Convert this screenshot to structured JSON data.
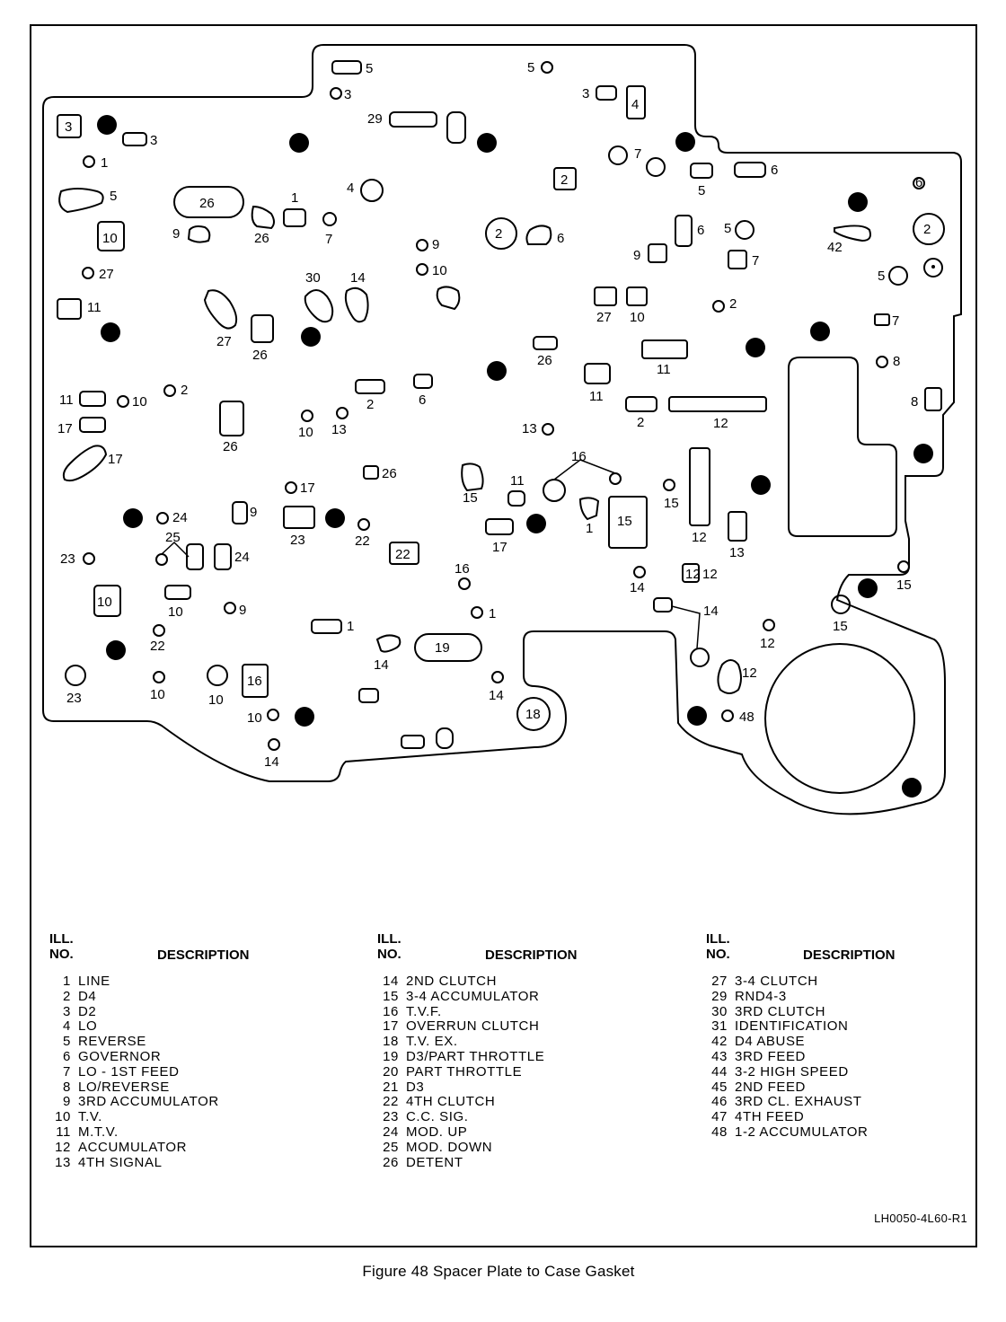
{
  "figure_caption": "Figure 48 Spacer Plate to Case Gasket",
  "part_code": "LH0050-4L60-R1",
  "legend_header": {
    "ill_no": "ILL.\nNO.",
    "description": "DESCRIPTION"
  },
  "legend": [
    [
      {
        "num": "1",
        "desc": "LINE"
      },
      {
        "num": "2",
        "desc": "D4"
      },
      {
        "num": "3",
        "desc": "D2"
      },
      {
        "num": "4",
        "desc": "LO"
      },
      {
        "num": "5",
        "desc": "REVERSE"
      },
      {
        "num": "6",
        "desc": "GOVERNOR"
      },
      {
        "num": "7",
        "desc": "LO - 1ST FEED"
      },
      {
        "num": "8",
        "desc": "LO/REVERSE"
      },
      {
        "num": "9",
        "desc": "3RD ACCUMULATOR"
      },
      {
        "num": "10",
        "desc": "T.V."
      },
      {
        "num": "11",
        "desc": "M.T.V."
      },
      {
        "num": "12",
        "desc": "ACCUMULATOR"
      },
      {
        "num": "13",
        "desc": "4TH SIGNAL"
      }
    ],
    [
      {
        "num": "14",
        "desc": "2ND CLUTCH"
      },
      {
        "num": "15",
        "desc": "3-4 ACCUMULATOR"
      },
      {
        "num": "16",
        "desc": "T.V.F."
      },
      {
        "num": "17",
        "desc": "OVERRUN CLUTCH"
      },
      {
        "num": "18",
        "desc": "T.V. EX."
      },
      {
        "num": "19",
        "desc": "D3/PART THROTTLE"
      },
      {
        "num": "20",
        "desc": "PART THROTTLE"
      },
      {
        "num": "21",
        "desc": "D3"
      },
      {
        "num": "22",
        "desc": "4TH CLUTCH"
      },
      {
        "num": "23",
        "desc": "C.C. SIG."
      },
      {
        "num": "24",
        "desc": "MOD. UP"
      },
      {
        "num": "25",
        "desc": "MOD. DOWN"
      },
      {
        "num": "26",
        "desc": "DETENT"
      }
    ],
    [
      {
        "num": "27",
        "desc": "3-4 CLUTCH"
      },
      {
        "num": "29",
        "desc": "RND4-3"
      },
      {
        "num": "30",
        "desc": "3RD CLUTCH"
      },
      {
        "num": "31",
        "desc": "IDENTIFICATION"
      },
      {
        "num": "42",
        "desc": "D4 ABUSE"
      },
      {
        "num": "43",
        "desc": "3RD FEED"
      },
      {
        "num": "44",
        "desc": "3-2 HIGH SPEED"
      },
      {
        "num": "45",
        "desc": "2ND FEED"
      },
      {
        "num": "46",
        "desc": "3RD CL. EXHAUST"
      },
      {
        "num": "47",
        "desc": "4TH FEED"
      },
      {
        "num": "48",
        "desc": "1-2 ACCUMULATOR"
      }
    ]
  ],
  "callouts": {
    "t1": "5",
    "t2": "3",
    "t3": "5",
    "t4": "3",
    "t5": "4",
    "t6": "29",
    "t7": "3",
    "t8": "3",
    "t9": "1",
    "t10": "5",
    "t11": "26",
    "t12": "1",
    "t13": "26",
    "t14": "7",
    "t15": "9",
    "t16": "4",
    "t17": "10",
    "t18": "27",
    "t19": "11",
    "t20": "30",
    "t21": "14",
    "t22": "27",
    "t23": "26",
    "t24": "9",
    "t25": "10",
    "t26": "2",
    "t27": "6",
    "t28": "7",
    "t29": "2",
    "t30": "5",
    "t31": "6",
    "t32": "6",
    "t33": "2",
    "t34": "5",
    "t35": "6",
    "t36": "9",
    "t37": "7",
    "t38": "42",
    "t39": "5",
    "t40": "27",
    "t41": "10",
    "t42": "2",
    "t43": "7",
    "t44": "26",
    "t45": "11",
    "t46": "11",
    "t47": "8",
    "t48": "11",
    "t49": "10",
    "t50": "2",
    "t51": "17",
    "t52": "26",
    "t53": "2",
    "t54": "6",
    "t55": "10",
    "t56": "13",
    "t57": "2",
    "t58": "12",
    "t59": "8",
    "t60": "13",
    "t61": "17",
    "t62": "26",
    "t63": "17",
    "t64": "16",
    "t65": "15",
    "t66": "11",
    "t67": "1",
    "t68": "15",
    "t69": "15",
    "t70": "12",
    "t71": "13",
    "t72": "24",
    "t73": "9",
    "t74": "25",
    "t75": "23",
    "t76": "24",
    "t77": "23",
    "t78": "22",
    "t79": "22",
    "t80": "17",
    "t81": "16",
    "t82": "14",
    "t83": "12",
    "t84": "15",
    "t85": "10",
    "t86": "10",
    "t87": "9",
    "t88": "1",
    "t89": "1",
    "t90": "14",
    "t91": "12",
    "t92": "22",
    "t93": "14",
    "t94": "19",
    "t95": "15",
    "t96": "12",
    "t97": "23",
    "t98": "10",
    "t99": "10",
    "t100": "16",
    "t101": "10",
    "t102": "14",
    "t103": "18",
    "t104": "14",
    "t105": "12",
    "t106": "48"
  }
}
